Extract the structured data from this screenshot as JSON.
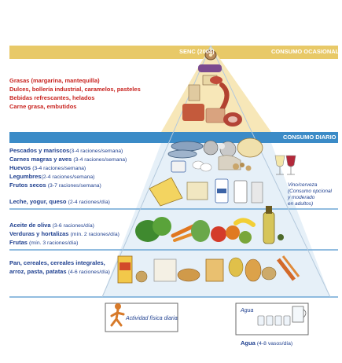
{
  "header": {
    "senc_label": "SENC (2004)",
    "occasional_label": "CONSUMO OCASIONAL",
    "daily_label": "CONSUMO DIARIO"
  },
  "occasional_items": [
    "Grasas (margarina, mantequilla)",
    "Dulces, bollería industrial, caramelos, pasteles",
    "Bebidas refrescantes, helados",
    "Carne grasa, embutidos"
  ],
  "daily_groups": {
    "protein": [
      {
        "name": "Pescados y mariscos",
        "detail": "(3-4 raciones/semana)"
      },
      {
        "name": "Carnes magras y aves",
        "detail": "(3-4 raciones/semana)"
      },
      {
        "name": "Huevos",
        "detail": "(3-4 raciones/semana)"
      },
      {
        "name": "Legumbres",
        "detail": "(2-4 raciones/semana)"
      },
      {
        "name": "Frutos secos",
        "detail": "(3-7 raciones/semana)"
      }
    ],
    "dairy": {
      "name": "Leche, yogur, queso",
      "detail": "(2-4 raciones/día)"
    },
    "veg": [
      {
        "name": "Aceite de oliva",
        "detail": "(3-6 raciones/día)"
      },
      {
        "name": "Verduras y hortalizas",
        "detail": "(mín. 2 raciones/día)"
      },
      {
        "name": "Frutas",
        "detail": "(mín. 3 raciones/día)"
      }
    ],
    "cereal": {
      "line1": "Pan, cereales, cereales integrales,",
      "line2_name": "arroz, pasta, patatas",
      "line2_detail": "(4-6 raciones/día)"
    }
  },
  "wine_note": [
    "Vino/cerveza",
    "(Consumo opcional",
    "y moderado",
    "en adultos)"
  ],
  "footer": {
    "activity_label": "Actividad física diaria",
    "water_box_label": "Agua",
    "water_name": "Agua",
    "water_detail": "(4-8 vasos/día)"
  },
  "colors": {
    "band_top": "#e8c968",
    "band_daily": "#3b8bc7",
    "pyramid_top": "#f7e7b8",
    "pyramid_mid": "#d4e6f3",
    "text_red": "#c8231f",
    "text_blue": "#1e3f8f"
  }
}
